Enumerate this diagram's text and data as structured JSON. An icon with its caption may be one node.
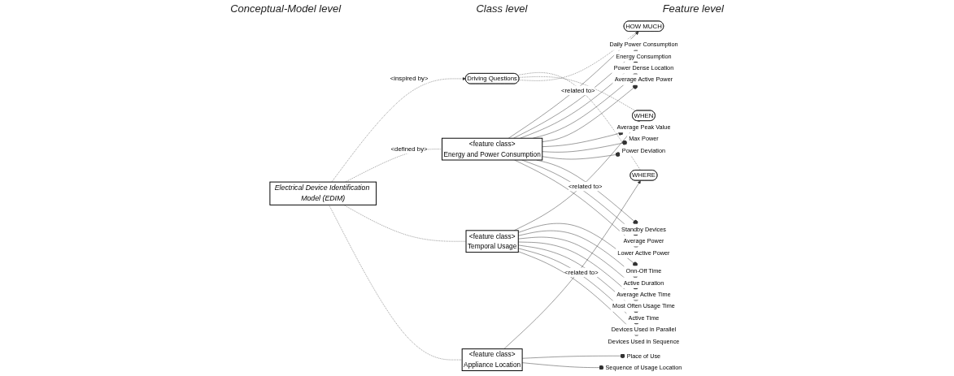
{
  "diagram": {
    "nodes": [
      {
        "text": [
          "Electrical Device Identification Model (EDIM)"
        ]
      },
      {
        "text": [
          "Driving Questions"
        ]
      },
      {
        "text": [
          "<feature class>",
          "Energy and Power Consumption"
        ]
      },
      {
        "text": [
          "<feature class>",
          "Temporal Usage"
        ]
      },
      {
        "text": [
          "<feature class>",
          "Appliance Location"
        ]
      },
      {
        "text": [
          "WHERE"
        ]
      },
      {
        "text": [
          "WHEN"
        ]
      },
      {
        "text": [
          "HOW MUCH"
        ]
      },
      {
        "text": [
          "Daily Power Consumption"
        ]
      },
      {
        "text": [
          "Energy Consumption"
        ]
      },
      {
        "text": [
          "Power Dense Location"
        ]
      },
      {
        "text": [
          "Average Active Power"
        ]
      },
      {
        "text": [
          "Average Peak Value"
        ]
      },
      {
        "text": [
          "Max Power"
        ]
      },
      {
        "text": [
          "Power Deviation"
        ]
      },
      {
        "text": [
          "Standby Devices"
        ]
      },
      {
        "text": [
          "Average Power"
        ]
      },
      {
        "text": [
          "Lower Active Power"
        ]
      },
      {
        "text": [
          "Onn-Off Time"
        ]
      },
      {
        "text": [
          "Active Duration"
        ]
      },
      {
        "text": [
          "Average Active Time"
        ]
      },
      {
        "text": [
          "Most Often Usage Time"
        ]
      },
      {
        "text": [
          "Active Time"
        ]
      },
      {
        "text": [
          "Devices Used in Parallel"
        ]
      },
      {
        "text": [
          "Devices Used in Sequence"
        ]
      },
      {
        "text": [
          "Place of Use"
        ]
      },
      {
        "text": [
          "Sequence of Usage Location"
        ]
      }
    ],
    "edges": [
      {
        "from": 0,
        "to": 1,
        "arrow": "to",
        "label": "<inspired by>",
        "style": "dashed"
      },
      {
        "from": 0,
        "to": 2,
        "arrow": "none",
        "label": "<defined by>",
        "style": "dashed"
      },
      {
        "from": 0,
        "to": 3,
        "arrow": "none",
        "style": "dashed"
      },
      {
        "from": 0,
        "to": 4,
        "arrow": "none",
        "style": "dashed"
      },
      {
        "from": 1,
        "to": 5,
        "arrow": "none",
        "style": "dashed"
      },
      {
        "from": 1,
        "to": 6,
        "arrow": "none",
        "style": "dashed"
      },
      {
        "from": 1,
        "to": 7,
        "arrow": "none",
        "style": "dashed"
      },
      {
        "from": 4,
        "to": 5,
        "arrow": "to",
        "label": "<related to>"
      },
      {
        "from": 3,
        "to": 6,
        "arrow": "to",
        "label": "<related to>"
      },
      {
        "from": 2,
        "to": 7,
        "arrow": "to",
        "label": "<related to>"
      },
      {
        "from": 2,
        "to": 8,
        "arrow": "other"
      },
      {
        "from": 2,
        "to": 9,
        "arrow": "other"
      },
      {
        "from": 2,
        "to": 10,
        "arrow": "other"
      },
      {
        "from": 2,
        "to": 11,
        "arrow": "other"
      },
      {
        "from": 2,
        "to": 12,
        "arrow": "other"
      },
      {
        "from": 2,
        "to": 13,
        "arrow": "other"
      },
      {
        "from": 2,
        "to": 14,
        "arrow": "other"
      },
      {
        "from": 2,
        "to": 15,
        "arrow": "other"
      },
      {
        "from": 2,
        "to": 16,
        "arrow": "other"
      },
      {
        "from": 2,
        "to": 17,
        "arrow": "other"
      },
      {
        "from": 3,
        "to": 18,
        "arrow": "other"
      },
      {
        "from": 3,
        "to": 19,
        "arrow": "other"
      },
      {
        "from": 3,
        "to": 20,
        "arrow": "other"
      },
      {
        "from": 3,
        "to": 21,
        "arrow": "other"
      },
      {
        "from": 3,
        "to": 22,
        "arrow": "other"
      },
      {
        "from": 3,
        "to": 23,
        "arrow": "other"
      },
      {
        "from": 3,
        "to": 24,
        "arrow": "other"
      },
      {
        "from": 4,
        "to": 25,
        "arrow": "other"
      },
      {
        "from": 4,
        "to": 26,
        "arrow": "other"
      }
    ],
    "labels": [
      "Conceptual-Model level",
      "Class level",
      "Feature level"
    ]
  }
}
